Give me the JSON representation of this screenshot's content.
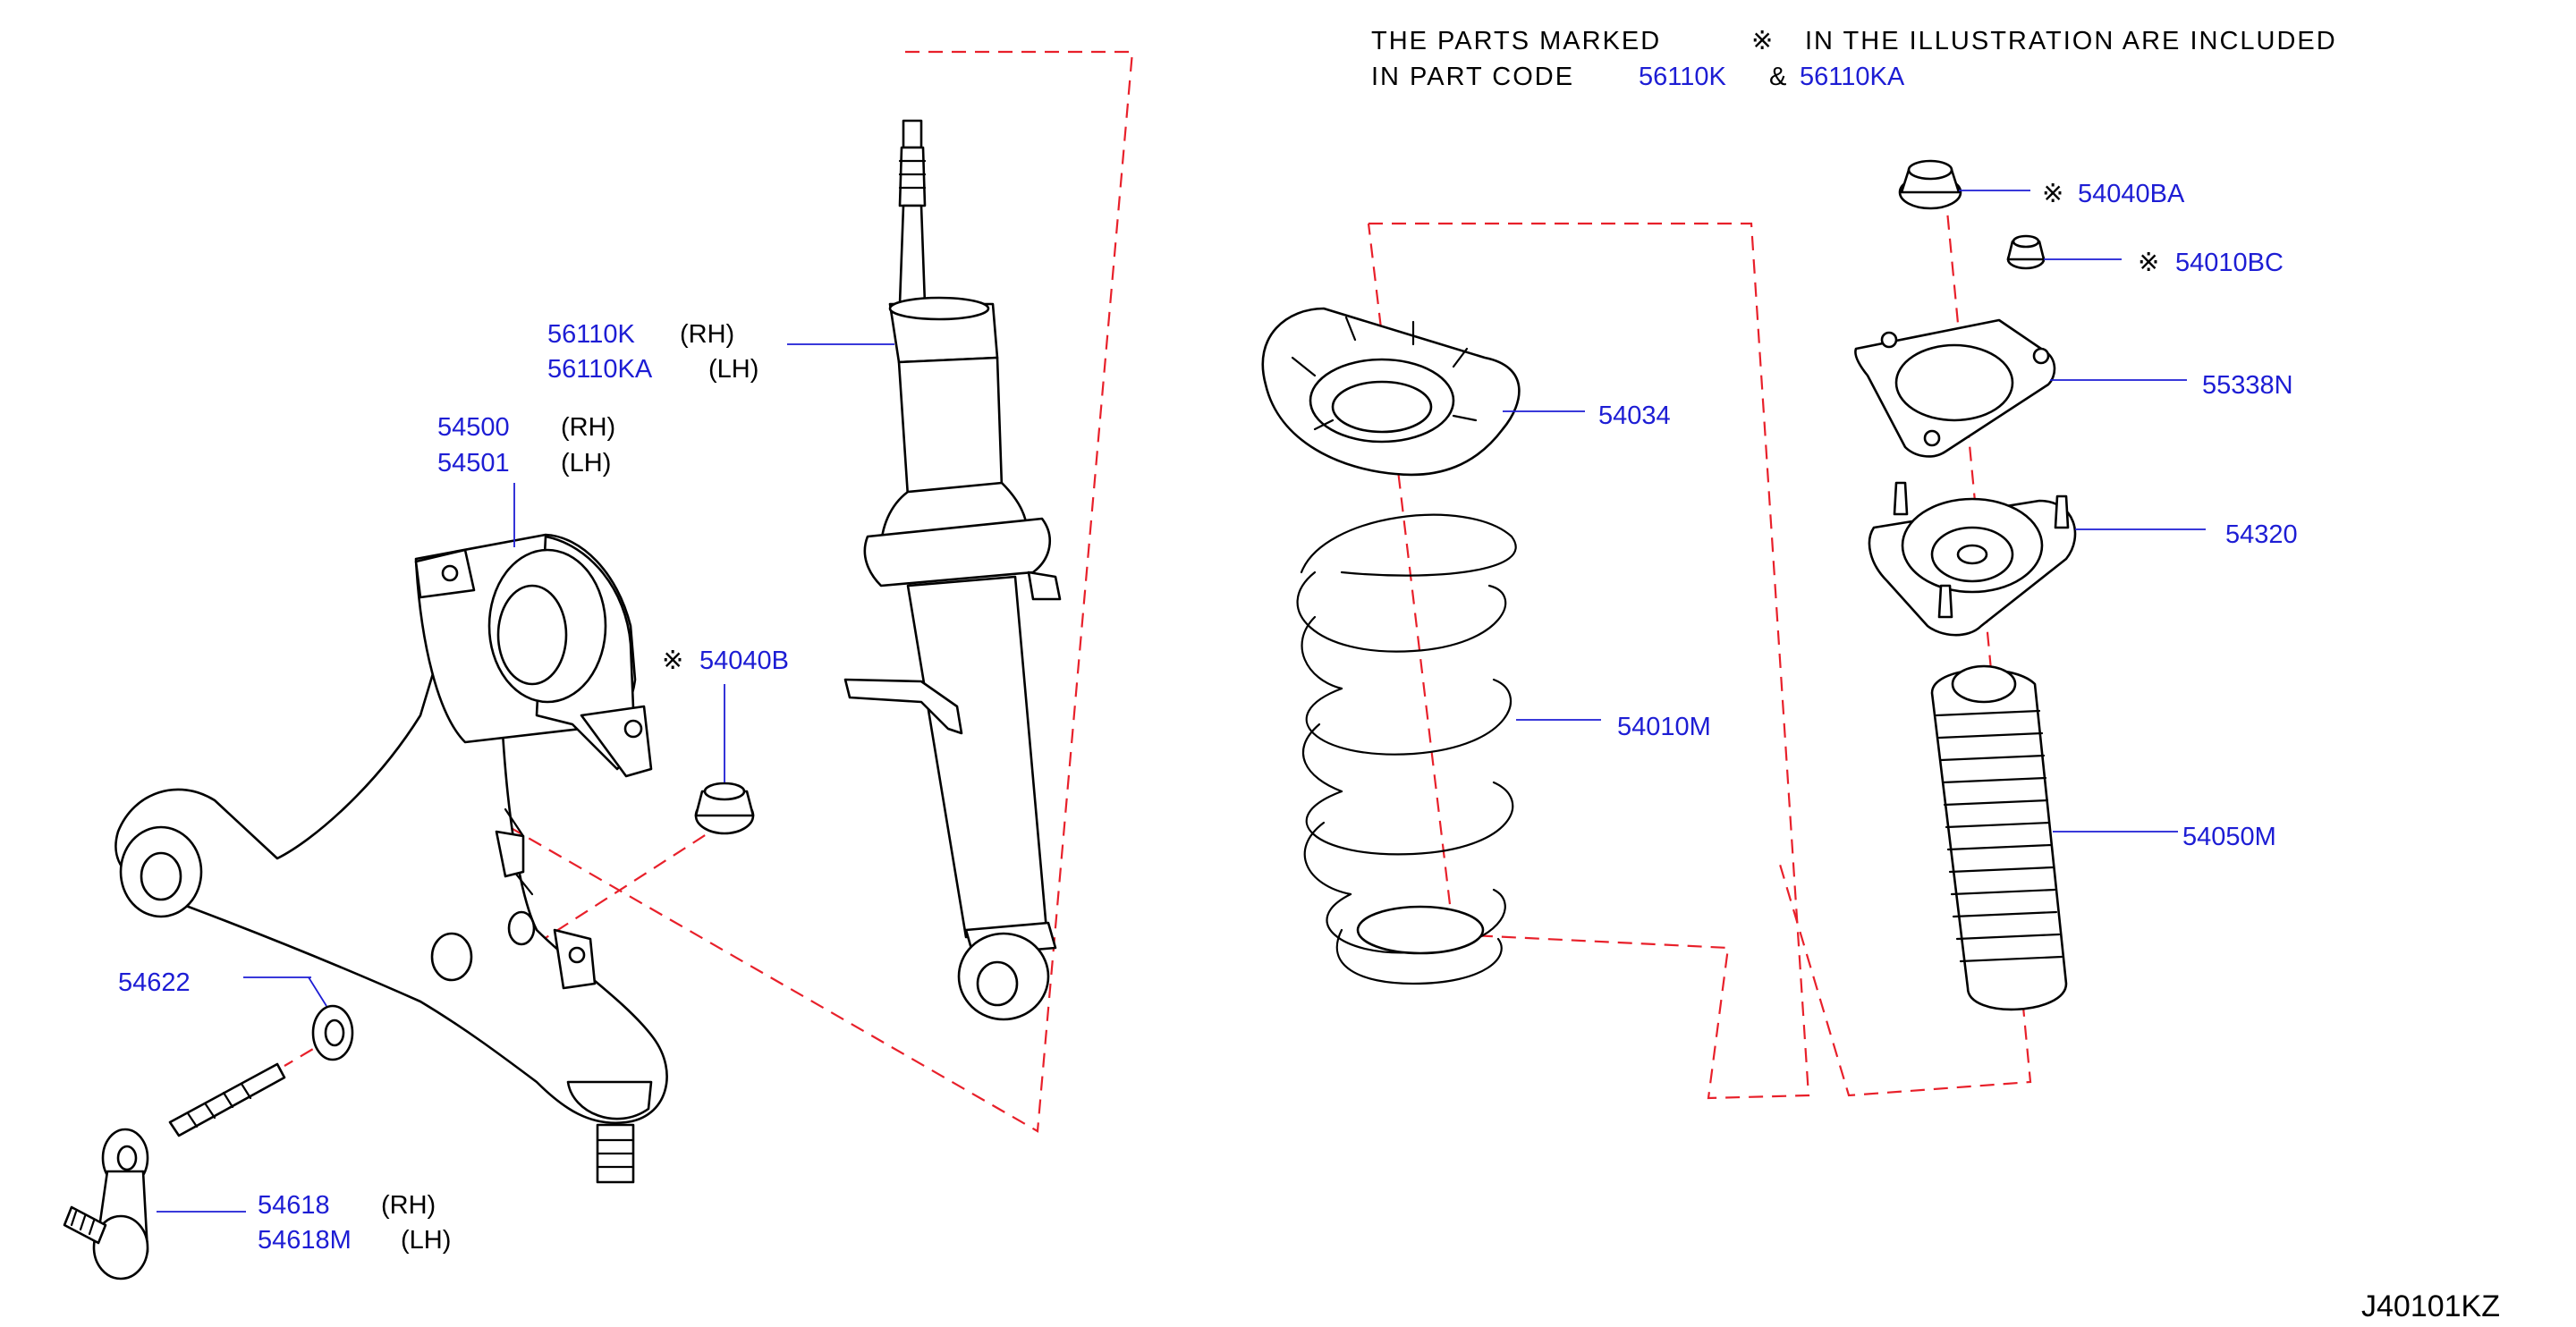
{
  "note": {
    "line1_prefix": "THE  PARTS  MARKED",
    "mark": "※",
    "line1_suffix": "IN  THE  ILLUSTRATION  ARE  INCLUDED",
    "line2_prefix": "IN  PART  CODE",
    "code1": "56110K",
    "amp": "&",
    "code2": "56110KA"
  },
  "labels": {
    "strut_rh_code": "56110K",
    "strut_rh_side": "(RH)",
    "strut_lh_code": "56110KA",
    "strut_lh_side": "(LH)",
    "arm_rh_code": "54500",
    "arm_rh_side": "(RH)",
    "arm_lh_code": "54501",
    "arm_lh_side": "(LH)",
    "nut_mark": "※",
    "nut_code": "54040B",
    "washer_code": "54622",
    "link_rh_code": "54618",
    "link_rh_side": "(RH)",
    "link_lh_code": "54618M",
    "link_lh_side": "(LH)",
    "seat_code": "54034",
    "spring_code": "54010M",
    "topnut_mark": "※",
    "topnut_code": "54040BA",
    "smallnut_mark": "※",
    "smallnut_code": "54010BC",
    "plate_code": "55338N",
    "mount_code": "54320",
    "boot_code": "54050M"
  },
  "ref": "J40101KZ"
}
